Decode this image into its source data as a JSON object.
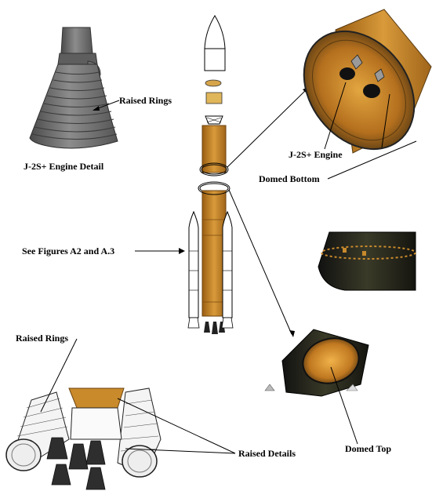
{
  "labels": {
    "raised_rings_top": "Raised Rings",
    "j2s_engine_detail": "J-2S+ Engine Detail",
    "j2s_engine": "J-2S+ Engine",
    "domed_bottom": "Domed Bottom",
    "see_figures": "See Figures A2 and A.3",
    "raised_rings_bottom": "Raised Rings",
    "raised_details": "Raised Details",
    "domed_top": "Domed Top"
  },
  "colors": {
    "orange_tank": "#c98a2c",
    "orange_dark": "#8a5515",
    "engine_gray": "#6b6b6b",
    "nozzle_dark": "#3a3a3a",
    "detail_black": "#1a1a1a"
  }
}
